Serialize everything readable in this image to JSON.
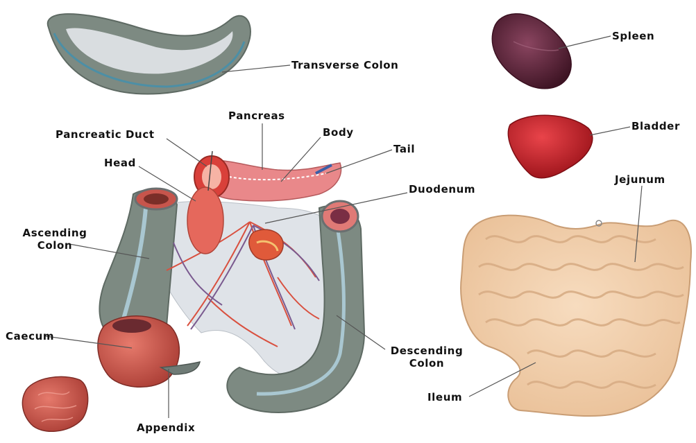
{
  "labels": {
    "transverse_colon": "Transverse Colon",
    "spleen": "Spleen",
    "pancreas": "Pancreas",
    "pancreatic_duct": "Pancreatic Duct",
    "body": "Body",
    "tail": "Tail",
    "head": "Head",
    "duodenum": "Duodenum",
    "bladder": "Bladder",
    "jejunum": "Jejunum",
    "ascending_colon_line1": "Ascending",
    "ascending_colon_line2": "Colon",
    "caecum": "Caecum",
    "descending_colon_line1": "Descending",
    "descending_colon_line2": "Colon",
    "ileum": "Ileum",
    "appendix": "Appendix"
  },
  "colors": {
    "colon_gray": "#7d8a82",
    "colon_light": "#d9dde0",
    "colon_stripe": "#4c8fa6",
    "pancreas_pink": "#e9888a",
    "spleen_purple": "#5a2236",
    "bladder_red": "#c4232b",
    "intestine_tan": "#f2d0ac",
    "caecum_red": "#c7554c",
    "vessel_red": "#d9503f",
    "vessel_purple": "#7a5a8f",
    "leader_line": "#555555"
  }
}
